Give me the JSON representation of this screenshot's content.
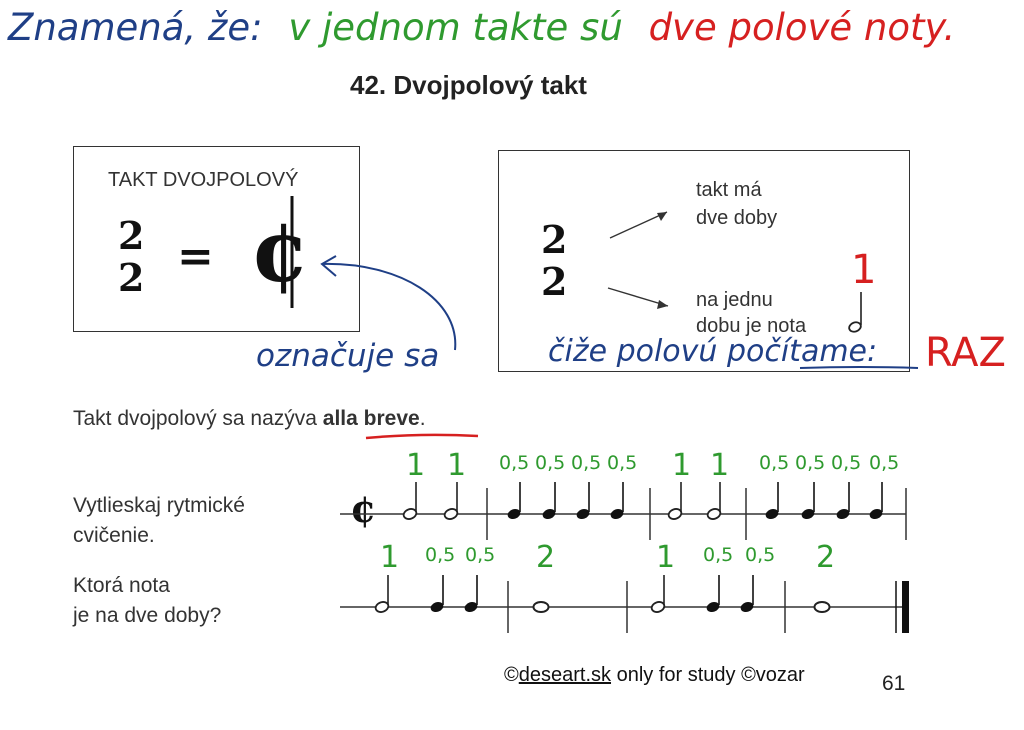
{
  "handwritten_top": {
    "part_blue": "Znamená, že:",
    "part_green": "v jednom takte sú",
    "part_red": "dve polové noty.",
    "colors": {
      "blue": "#1f3f86",
      "green": "#2f9a2f",
      "red": "#d62020"
    }
  },
  "page_title": "42. Dvojpolový takt",
  "left_box": {
    "heading": "TAKT DVOJPOLOVÝ",
    "top_number": "2",
    "bottom_number": "2",
    "equals": "=",
    "cut_time_symbol": "¢"
  },
  "right_box": {
    "top_number": "2",
    "bottom_number": "2",
    "arrow_top_text_line1": "takt má",
    "arrow_top_text_line2": "dve doby",
    "arrow_bottom_text_line1": "na jednu",
    "arrow_bottom_text_line2": "dobu je nota",
    "half_note_count": "1"
  },
  "annotations": {
    "oznacuje": "označuje sa",
    "polovu": "čiže polovú počítame:",
    "raz": "RAZ"
  },
  "intro_line": {
    "text_before": "Takt dvojpolový sa nazýva ",
    "bold_1": "alla",
    "space": " ",
    "bold_2": "breve",
    "period": "."
  },
  "exercise": {
    "line1": "Vytlieskaj rytmické",
    "line2": "cvičenie.",
    "question_line1": "Ktorá nota",
    "question_line2": "je na dve doby?",
    "row1_counts": [
      "1",
      "1",
      "0,5",
      "0,5",
      "0,5",
      "0,5",
      "1",
      "1",
      "0,5",
      "0,5",
      "0,5",
      "0,5"
    ],
    "row2_counts": [
      "1",
      "0,5",
      "0,5",
      "2",
      "1",
      "0,5",
      "0,5",
      "2"
    ],
    "row1_clef": "¢"
  },
  "footer": {
    "copyright_1": "©",
    "link": "deseart.sk",
    "rest": " only for study ©vozar",
    "page_number": "61"
  }
}
